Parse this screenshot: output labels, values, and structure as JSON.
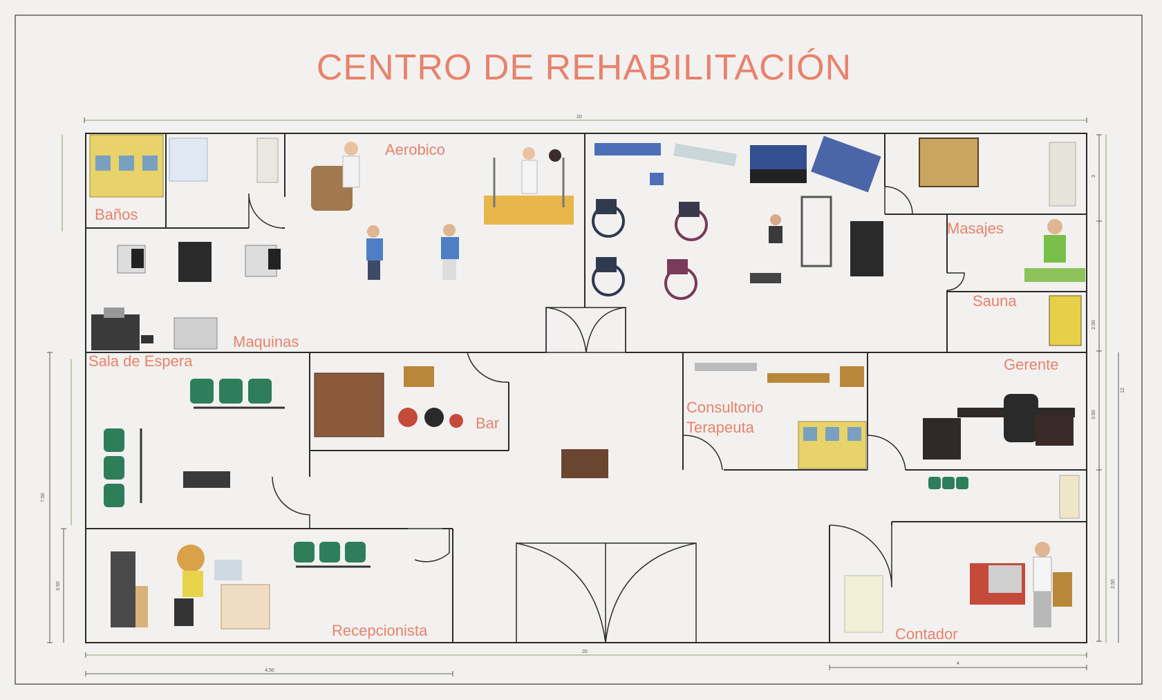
{
  "title": "CENTRO DE REHABILITACIÓN",
  "rooms": {
    "banos": "Baños",
    "aerobico": "Aerobico",
    "masajes": "Masajes",
    "sauna": "Sauna",
    "maquinas": "Maquinas",
    "sala_espera": "Sala de Espera",
    "bar": "Bar",
    "consultorio": "Consultorio",
    "terapeuta": "Terapeuta",
    "gerente": "Gerente",
    "recepcionista": "Recepcionista",
    "contador": "Contador"
  },
  "dimensions": {
    "top_width": "20",
    "bottom_width": "20",
    "bottom_left": "4.50",
    "bottom_right": "4",
    "left_total": "7.50",
    "left_lower": "3.50",
    "right_1": "3",
    "right_2": "2.50",
    "right_3": "3.50",
    "right_4": "2.50",
    "right_total": "12"
  },
  "colors": {
    "label": "#e8826c",
    "wall": "#2a2a2a",
    "dimension": "#6a8a4a",
    "background": "#f2f1ef",
    "chair": "#2e7d5b",
    "locker": "#e7d36a",
    "mat_blue": "#4d6fb8"
  }
}
